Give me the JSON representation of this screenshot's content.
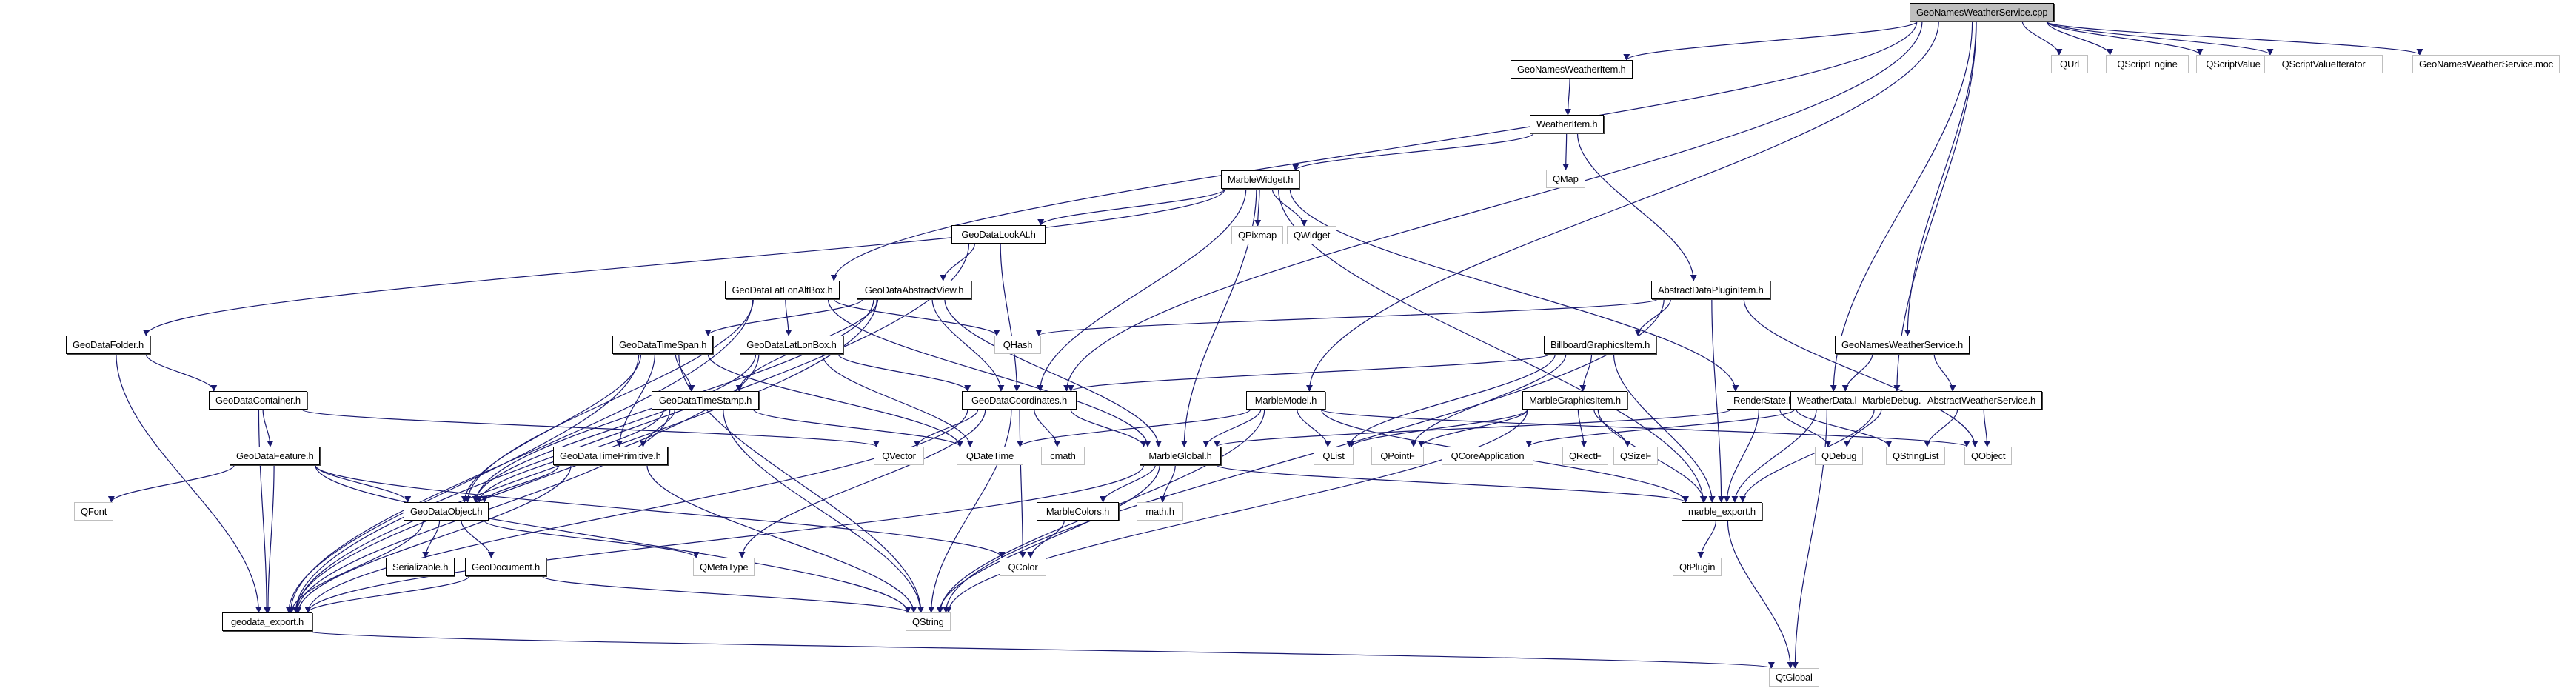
{
  "diagram": {
    "title": "GeoNamesWeatherService.cpp include dependency graph",
    "edge_color": "#191970",
    "local_border_color": "#000000",
    "external_border_color": "#bfbfbf",
    "root_fill_color": "#bfbfbf",
    "nodes": [
      {
        "id": "root",
        "label": "GeoNamesWeatherService.cpp",
        "kind": "root"
      },
      {
        "id": "QUrl",
        "label": "QUrl",
        "kind": "external"
      },
      {
        "id": "QScriptEngine",
        "label": "QScriptEngine",
        "kind": "external"
      },
      {
        "id": "QScriptValue",
        "label": "QScriptValue",
        "kind": "external"
      },
      {
        "id": "QScriptValueIterator",
        "label": "QScriptValueIterator",
        "kind": "external"
      },
      {
        "id": "moc",
        "label": "GeoNamesWeatherService.moc",
        "kind": "external"
      },
      {
        "id": "GeoNamesWeatherItem",
        "label": "GeoNamesWeatherItem.h",
        "kind": "local"
      },
      {
        "id": "WeatherItem",
        "label": "WeatherItem.h",
        "kind": "local"
      },
      {
        "id": "QMap",
        "label": "QMap",
        "kind": "external"
      },
      {
        "id": "MarbleWidget",
        "label": "MarbleWidget.h",
        "kind": "local"
      },
      {
        "id": "QPixmap",
        "label": "QPixmap",
        "kind": "external"
      },
      {
        "id": "QWidget",
        "label": "QWidget",
        "kind": "external"
      },
      {
        "id": "GeoDataLookAt",
        "label": "GeoDataLookAt.h",
        "kind": "local"
      },
      {
        "id": "GeoDataLatLonAltBox",
        "label": "GeoDataLatLonAltBox.h",
        "kind": "local"
      },
      {
        "id": "GeoDataAbstractView",
        "label": "GeoDataAbstractView.h",
        "kind": "local"
      },
      {
        "id": "AbstractDataPluginItem",
        "label": "AbstractDataPluginItem.h",
        "kind": "local"
      },
      {
        "id": "GeoDataFolder",
        "label": "GeoDataFolder.h",
        "kind": "local"
      },
      {
        "id": "GeoDataTimeSpan",
        "label": "GeoDataTimeSpan.h",
        "kind": "local"
      },
      {
        "id": "GeoDataLatLonBox",
        "label": "GeoDataLatLonBox.h",
        "kind": "local"
      },
      {
        "id": "QHash",
        "label": "QHash",
        "kind": "external"
      },
      {
        "id": "BillboardGraphicsItem",
        "label": "BillboardGraphicsItem.h",
        "kind": "local"
      },
      {
        "id": "GeoNamesWeatherServiceH",
        "label": "GeoNamesWeatherService.h",
        "kind": "local"
      },
      {
        "id": "GeoDataContainer",
        "label": "GeoDataContainer.h",
        "kind": "local"
      },
      {
        "id": "GeoDataTimeStamp",
        "label": "GeoDataTimeStamp.h",
        "kind": "local"
      },
      {
        "id": "GeoDataCoordinates",
        "label": "GeoDataCoordinates.h",
        "kind": "local"
      },
      {
        "id": "MarbleModel",
        "label": "MarbleModel.h",
        "kind": "local"
      },
      {
        "id": "MarbleGraphicsItem",
        "label": "MarbleGraphicsItem.h",
        "kind": "local"
      },
      {
        "id": "RenderState",
        "label": "RenderState.h",
        "kind": "local"
      },
      {
        "id": "WeatherData",
        "label": "WeatherData.h",
        "kind": "local"
      },
      {
        "id": "MarbleDebug",
        "label": "MarbleDebug.h",
        "kind": "local"
      },
      {
        "id": "AbstractWeatherService",
        "label": "AbstractWeatherService.h",
        "kind": "local"
      },
      {
        "id": "GeoDataFeature",
        "label": "GeoDataFeature.h",
        "kind": "local"
      },
      {
        "id": "GeoDataTimePrimitive",
        "label": "GeoDataTimePrimitive.h",
        "kind": "local"
      },
      {
        "id": "QVector",
        "label": "QVector",
        "kind": "external"
      },
      {
        "id": "QDateTime",
        "label": "QDateTime",
        "kind": "external"
      },
      {
        "id": "cmath",
        "label": "cmath",
        "kind": "external"
      },
      {
        "id": "MarbleGlobal",
        "label": "MarbleGlobal.h",
        "kind": "local"
      },
      {
        "id": "QList",
        "label": "QList",
        "kind": "external"
      },
      {
        "id": "QPointF",
        "label": "QPointF",
        "kind": "external"
      },
      {
        "id": "QCoreApplication",
        "label": "QCoreApplication",
        "kind": "external"
      },
      {
        "id": "QRectF",
        "label": "QRectF",
        "kind": "external"
      },
      {
        "id": "QSizeF",
        "label": "QSizeF",
        "kind": "external"
      },
      {
        "id": "QDebug",
        "label": "QDebug",
        "kind": "external"
      },
      {
        "id": "QStringList",
        "label": "QStringList",
        "kind": "external"
      },
      {
        "id": "QObject",
        "label": "QObject",
        "kind": "external"
      },
      {
        "id": "QFont",
        "label": "QFont",
        "kind": "external"
      },
      {
        "id": "GeoDataObject",
        "label": "GeoDataObject.h",
        "kind": "local"
      },
      {
        "id": "MarbleColors",
        "label": "MarbleColors.h",
        "kind": "local"
      },
      {
        "id": "mathh",
        "label": "math.h",
        "kind": "external"
      },
      {
        "id": "marble_export",
        "label": "marble_export.h",
        "kind": "local"
      },
      {
        "id": "Serializable",
        "label": "Serializable.h",
        "kind": "local"
      },
      {
        "id": "GeoDocument",
        "label": "GeoDocument.h",
        "kind": "local"
      },
      {
        "id": "QMetaType",
        "label": "QMetaType",
        "kind": "external"
      },
      {
        "id": "QColor",
        "label": "QColor",
        "kind": "external"
      },
      {
        "id": "QtPlugin",
        "label": "QtPlugin",
        "kind": "external"
      },
      {
        "id": "geodata_export",
        "label": "geodata_export.h",
        "kind": "local"
      },
      {
        "id": "QString",
        "label": "QString",
        "kind": "external"
      },
      {
        "id": "QtGlobal",
        "label": "QtGlobal",
        "kind": "external"
      }
    ],
    "edges": [
      [
        "root",
        "QUrl"
      ],
      [
        "root",
        "QScriptEngine"
      ],
      [
        "root",
        "QScriptValue"
      ],
      [
        "root",
        "QScriptValueIterator"
      ],
      [
        "root",
        "moc"
      ],
      [
        "root",
        "GeoNamesWeatherItem"
      ],
      [
        "root",
        "GeoDataLatLonAltBox"
      ],
      [
        "root",
        "GeoDataCoordinates"
      ],
      [
        "root",
        "MarbleModel"
      ],
      [
        "root",
        "GeoNamesWeatherServiceH"
      ],
      [
        "root",
        "WeatherData"
      ],
      [
        "root",
        "MarbleDebug"
      ],
      [
        "GeoNamesWeatherItem",
        "WeatherItem"
      ],
      [
        "WeatherItem",
        "QMap"
      ],
      [
        "WeatherItem",
        "MarbleWidget"
      ],
      [
        "WeatherItem",
        "AbstractDataPluginItem"
      ],
      [
        "MarbleWidget",
        "QPixmap"
      ],
      [
        "MarbleWidget",
        "QWidget"
      ],
      [
        "MarbleWidget",
        "GeoDataLookAt"
      ],
      [
        "MarbleWidget",
        "GeoDataFolder"
      ],
      [
        "MarbleWidget",
        "GeoDataCoordinates"
      ],
      [
        "MarbleWidget",
        "MarbleGlobal"
      ],
      [
        "MarbleWidget",
        "RenderState"
      ],
      [
        "MarbleWidget",
        "marble_export"
      ],
      [
        "GeoDataLookAt",
        "GeoDataAbstractView"
      ],
      [
        "GeoDataLookAt",
        "GeoDataCoordinates"
      ],
      [
        "GeoDataLookAt",
        "geodata_export"
      ],
      [
        "GeoDataLatLonAltBox",
        "GeoDataLatLonBox"
      ],
      [
        "GeoDataLatLonAltBox",
        "QHash"
      ],
      [
        "GeoDataLatLonAltBox",
        "MarbleGlobal"
      ],
      [
        "GeoDataLatLonAltBox",
        "GeoDataObject"
      ],
      [
        "GeoDataLatLonAltBox",
        "geodata_export"
      ],
      [
        "GeoDataAbstractView",
        "GeoDataTimeSpan"
      ],
      [
        "GeoDataAbstractView",
        "GeoDataTimeStamp"
      ],
      [
        "GeoDataAbstractView",
        "GeoDataCoordinates"
      ],
      [
        "GeoDataAbstractView",
        "MarbleGlobal"
      ],
      [
        "GeoDataAbstractView",
        "GeoDataObject"
      ],
      [
        "GeoDataAbstractView",
        "geodata_export"
      ],
      [
        "AbstractDataPluginItem",
        "BillboardGraphicsItem"
      ],
      [
        "AbstractDataPluginItem",
        "QHash"
      ],
      [
        "AbstractDataPluginItem",
        "QObject"
      ],
      [
        "AbstractDataPluginItem",
        "marble_export"
      ],
      [
        "AbstractDataPluginItem",
        "QString"
      ],
      [
        "GeoDataFolder",
        "GeoDataContainer"
      ],
      [
        "GeoDataFolder",
        "geodata_export"
      ],
      [
        "GeoDataTimeSpan",
        "GeoDataTimeStamp"
      ],
      [
        "GeoDataTimeSpan",
        "GeoDataTimePrimitive"
      ],
      [
        "GeoDataTimeSpan",
        "QDateTime"
      ],
      [
        "GeoDataTimeSpan",
        "GeoDataObject"
      ],
      [
        "GeoDataTimeSpan",
        "QString"
      ],
      [
        "GeoDataTimeSpan",
        "geodata_export"
      ],
      [
        "GeoDataLatLonBox",
        "GeoDataCoordinates"
      ],
      [
        "GeoDataLatLonBox",
        "QDateTime"
      ],
      [
        "GeoDataLatLonBox",
        "GeoDataObject"
      ],
      [
        "GeoDataLatLonBox",
        "geodata_export"
      ],
      [
        "BillboardGraphicsItem",
        "MarbleGraphicsItem"
      ],
      [
        "BillboardGraphicsItem",
        "GeoDataCoordinates"
      ],
      [
        "BillboardGraphicsItem",
        "QList"
      ],
      [
        "BillboardGraphicsItem",
        "QPointF"
      ],
      [
        "BillboardGraphicsItem",
        "marble_export"
      ],
      [
        "GeoNamesWeatherServiceH",
        "WeatherData"
      ],
      [
        "GeoNamesWeatherServiceH",
        "AbstractWeatherService"
      ],
      [
        "GeoDataContainer",
        "GeoDataFeature"
      ],
      [
        "GeoDataContainer",
        "QVector"
      ],
      [
        "GeoDataContainer",
        "geodata_export"
      ],
      [
        "GeoDataTimeStamp",
        "GeoDataTimePrimitive"
      ],
      [
        "GeoDataTimeStamp",
        "QDateTime"
      ],
      [
        "GeoDataTimeStamp",
        "GeoDataObject"
      ],
      [
        "GeoDataTimeStamp",
        "QString"
      ],
      [
        "GeoDataTimeStamp",
        "geodata_export"
      ],
      [
        "GeoDataCoordinates",
        "QVector"
      ],
      [
        "GeoDataCoordinates",
        "cmath"
      ],
      [
        "GeoDataCoordinates",
        "MarbleGlobal"
      ],
      [
        "GeoDataCoordinates",
        "QMetaType"
      ],
      [
        "GeoDataCoordinates",
        "QColor"
      ],
      [
        "GeoDataCoordinates",
        "geodata_export"
      ],
      [
        "GeoDataCoordinates",
        "QString"
      ],
      [
        "MarbleModel",
        "MarbleGlobal"
      ],
      [
        "MarbleModel",
        "QList"
      ],
      [
        "MarbleModel",
        "QDateTime"
      ],
      [
        "MarbleModel",
        "marble_export"
      ],
      [
        "MarbleModel",
        "QString"
      ],
      [
        "MarbleModel",
        "QObject"
      ],
      [
        "MarbleGraphicsItem",
        "QRectF"
      ],
      [
        "MarbleGraphicsItem",
        "QSizeF"
      ],
      [
        "MarbleGraphicsItem",
        "QPointF"
      ],
      [
        "MarbleGraphicsItem",
        "QList"
      ],
      [
        "MarbleGraphicsItem",
        "marble_export"
      ],
      [
        "MarbleGraphicsItem",
        "QString"
      ],
      [
        "RenderState",
        "QDebug"
      ],
      [
        "RenderState",
        "QStringList"
      ],
      [
        "RenderState",
        "MarbleGlobal"
      ],
      [
        "RenderState",
        "marble_export"
      ],
      [
        "WeatherData",
        "QCoreApplication"
      ],
      [
        "WeatherData",
        "marble_export"
      ],
      [
        "WeatherData",
        "QtGlobal"
      ],
      [
        "MarbleDebug",
        "QDebug"
      ],
      [
        "MarbleDebug",
        "marble_export"
      ],
      [
        "AbstractWeatherService",
        "QStringList"
      ],
      [
        "AbstractWeatherService",
        "QObject"
      ],
      [
        "GeoDataFeature",
        "QFont"
      ],
      [
        "GeoDataFeature",
        "GeoDataObject"
      ],
      [
        "GeoDataFeature",
        "QColor"
      ],
      [
        "GeoDataFeature",
        "geodata_export"
      ],
      [
        "GeoDataFeature",
        "QString"
      ],
      [
        "GeoDataTimePrimitive",
        "GeoDataObject"
      ],
      [
        "GeoDataTimePrimitive",
        "geodata_export"
      ],
      [
        "GeoDataTimePrimitive",
        "QString"
      ],
      [
        "MarbleGlobal",
        "MarbleColors"
      ],
      [
        "MarbleGlobal",
        "mathh"
      ],
      [
        "MarbleGlobal",
        "QString"
      ],
      [
        "MarbleGlobal",
        "marble_export"
      ],
      [
        "MarbleGlobal",
        "geodata_export"
      ],
      [
        "GeoDataObject",
        "Serializable"
      ],
      [
        "GeoDataObject",
        "GeoDocument"
      ],
      [
        "GeoDataObject",
        "QMetaType"
      ],
      [
        "GeoDataObject",
        "geodata_export"
      ],
      [
        "GeoDocument",
        "geodata_export"
      ],
      [
        "GeoDocument",
        "QString"
      ],
      [
        "MarbleColors",
        "QColor"
      ],
      [
        "marble_export",
        "QtPlugin"
      ],
      [
        "marble_export",
        "QtGlobal"
      ],
      [
        "geodata_export",
        "QtGlobal"
      ]
    ]
  }
}
